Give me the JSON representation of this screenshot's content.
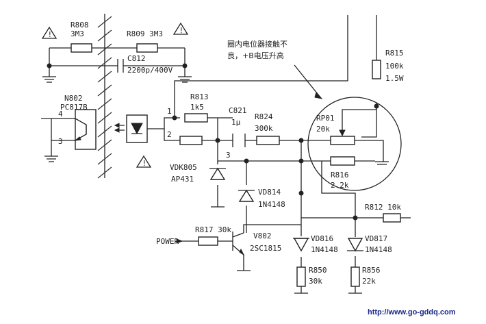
{
  "labels": {
    "r808": "R808",
    "r808_val": "3M3",
    "r809": "R809 3M3",
    "c812": "C812",
    "c812_val": "2200p/400V",
    "n802": "N802",
    "pc817b": "PC817B",
    "pin4": "4",
    "pin3": "3",
    "pin1": "1",
    "pin2": "2",
    "node3": "3",
    "r813": "R813",
    "r813_val": "1k5",
    "c821": "C821",
    "c821_val": "1µ",
    "r824": "R824",
    "r824_val": "300k",
    "rp01": "RP01",
    "rp01_val": "20k",
    "r816": "R816",
    "r816_val": "2.2k",
    "r815": "R815",
    "r815_val": "100k",
    "r815_pwr": "1.5W",
    "vdk805": "VDK805",
    "ap431": "AP431",
    "vd814": "VD814",
    "vd814_val": "1N4148",
    "r812": "R812 10k",
    "power": "POWER",
    "r817": "R817 30k",
    "v802": "V802",
    "v802_val": "2SC1815",
    "vd816": "VD816",
    "vd816_val": "1N4148",
    "vd817": "VD817",
    "vd817_val": "1N4148",
    "r850": "R850",
    "r850_val": "30k",
    "r856": "R856",
    "r856_val": "22k"
  },
  "note": {
    "line1": "圈内电位器接触不",
    "line2": "良，+B电压升高"
  },
  "watermark": "http://www.go-gddq.com"
}
